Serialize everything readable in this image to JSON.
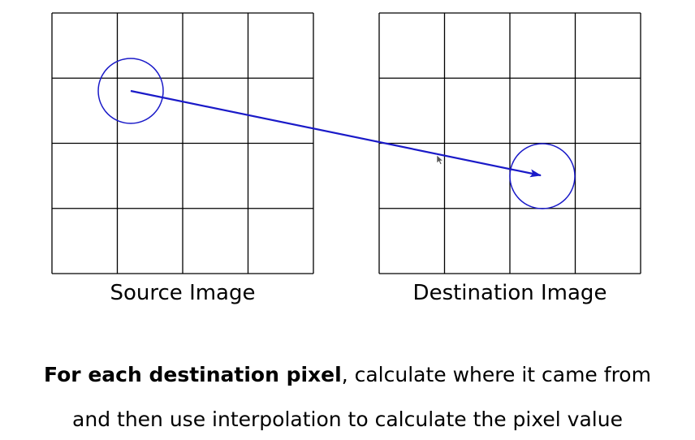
{
  "captions": {
    "source": "Source Image",
    "destination": "Destination Image"
  },
  "statement": {
    "line1_bold": "For each destination pixel",
    "line1_rest": ", calculate where it came from",
    "line2": "and then use interpolation to calculate the pixel value"
  },
  "grids": {
    "rows": 4,
    "cols": 4
  },
  "colors": {
    "grid": "#000000",
    "mapping": "#1a1ac8"
  },
  "icons": {
    "cursor": "mouse-pointer-icon",
    "arrow": "mapping-arrow"
  }
}
